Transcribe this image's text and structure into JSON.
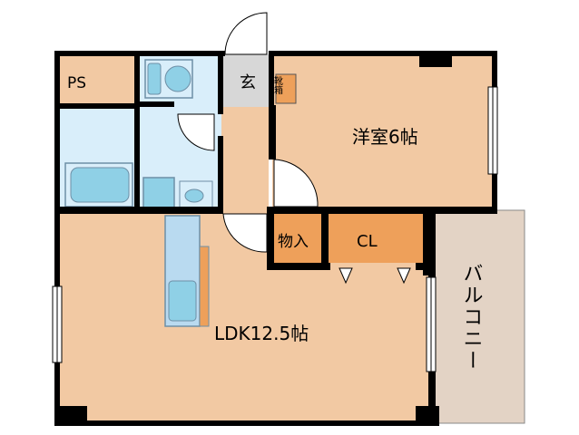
{
  "rooms": {
    "ps": "PS",
    "genkan": "玄",
    "shoebox": "靴箱",
    "bedroom": "洋室6帖",
    "storage": "物入",
    "closet": "CL",
    "ldk": "LDK12.5帖",
    "balcony": "バルコニー"
  },
  "colors": {
    "room_floor": "#f2c9a3",
    "wet_area": "#d9eefa",
    "fixture": "#8fd0e6",
    "storage_fill": "#eea05a",
    "genkan_floor": "#d7d7d7",
    "balcony_floor": "#e3d3c5",
    "wall": "#000000",
    "fixture_outline": "#6e8fa6"
  }
}
